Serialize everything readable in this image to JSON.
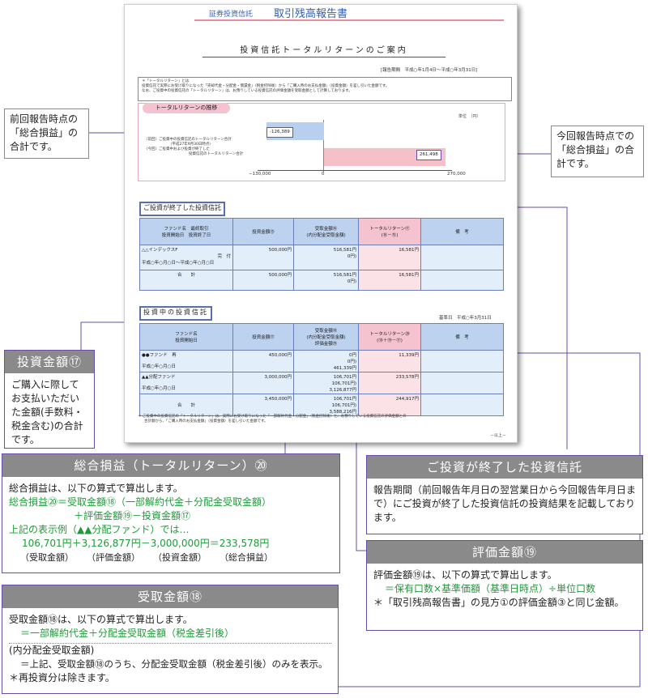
{
  "document": {
    "header_sub": "証券投資信託",
    "header_title": "取引残高報告書",
    "title": "投資信託トータルリターンのご案内",
    "period": "[報告期間　平成○年1月4日～平成○年3月31日]",
    "notice_line1": "＊「トータルリターン」とは",
    "notice_line2": "投資信託で実際にお受け取りになった「売却代金・分配金・償還金」（税金控除後）から「ご購入時のお支払金額」（投資金額）を差し引いた金額です。",
    "notice_line3": "なお、ご投資中の投資信託の「トータルリターン」は、お預りしている投資信託の評価金額を受取金額として計算しております。",
    "tr_section_label": "トータルリターンの推移",
    "unit_label": "単位　（円）",
    "bar_prev_value": "-126,389",
    "bar_curr_value": "261,498",
    "legend_prev": "〈前回〉ご投資中の投資信託のトータルリターン合計",
    "legend_prev_date": "（平成27年9月30日時点）",
    "legend_curr": "〈今回〉ご投資中および投資が終了した",
    "legend_curr2": "投資信託のトータルリターン合計",
    "axis_min": "−130,000",
    "axis_zero": "0",
    "axis_max": "270,000",
    "ended_section_label": "ご投資が終了した投資信託",
    "current_section_label": "投資中の投資信託",
    "base_date": "基準日　平成○年3月31日",
    "footnote1": "＊ ご投資中の投資信託の「トータルリターン」は、実際にお受け取りになった「一部解約代金＋分配金」（税金控除後）と、お預りしている投資信託の評価金額との",
    "footnote2": "合計額から、「ご購入時のお支払金額」（投資金額）を差し引いた金額です。",
    "end_mark": "－以上－"
  },
  "ended_table": {
    "headers": [
      "ファンド名　最終取引\n投資開始日　投資終了日",
      "投資金額⑮",
      "受取金額⑯\n(内分配金受取金額)",
      "トータルリターン⑰\n(⑯－⑮)",
      "備　考"
    ],
    "row1_fund": "△△インデックスF",
    "row1_status": "完　付",
    "row1_dates": "平成○年○月○日～平成○年○月○日",
    "row1_invest": "500,000円",
    "row1_receive": "516,581円",
    "row1_receive_div": "0円)",
    "row1_return": "16,581円",
    "total_label": "合　　計",
    "total_invest": "500,000円",
    "total_receive": "516,581円",
    "total_receive_div": "0円)",
    "total_return": "16,581円"
  },
  "current_table": {
    "headers": [
      "ファンド名\n投資開始日",
      "投資金額⑰",
      "受取金額⑱\n(内分配金受取金額)\n評価金額⑲",
      "トータルリターン⑳\n(⑱＋⑲－⑰)",
      "備　考"
    ],
    "row1_fund": "●●ファンド　再",
    "row1_date": "平成○年○月○日",
    "row1_invest": "450,000円",
    "row1_receive": "0円",
    "row1_receive_div": "0円)",
    "row1_eval": "461,339円",
    "row1_return": "11,339円",
    "row2_fund": "▲▲分配ファンド",
    "row2_date": "平成○年○月○日",
    "row2_invest": "3,000,000円",
    "row2_receive": "106,701円",
    "row2_receive_div": "106,701円)",
    "row2_eval": "3,126,877円",
    "row2_return": "233,578円",
    "total_label": "合　　計",
    "total_invest": "3,450,000円",
    "total_receive": "106,701円",
    "total_receive_div": "106,701円)",
    "total_eval": "3,588,216円",
    "total_return": "244,917円"
  },
  "callouts": {
    "prev": "前回報告時点の「総合損益」の合計です。",
    "curr": "今回報告時点での「総合損益」の合計です。"
  },
  "panel_invest": {
    "title": "投資金額⑰",
    "body": "ご購入に際してお支払いただいた金額(手数料・税金含む)の合計です。"
  },
  "panel_total": {
    "title": "総合損益（トータルリターン）⑳",
    "line1": "総合損益は、以下の算式で算出します。",
    "formula1": "総合損益⑳＝受取金額⑱（一部解約代金＋分配金受取金額）",
    "formula2": "＋評価金額⑲－投資金額⑰",
    "example_head": "上記の表示例（▲▲分配ファンド）では…",
    "example": "106,701円＋3,126,877円－3,000,000円＝233,578円",
    "ex_label1": "（受取金額）",
    "ex_label2": "（評価金額）",
    "ex_label3": "（投資金額）",
    "ex_label4": "（総合損益）"
  },
  "panel_receive": {
    "title": "受取金額⑱",
    "line1": "受取金額⑱は、以下の算式で算出します。",
    "formula": "＝一部解約代金＋分配金受取金額（税金差引後）",
    "sub_head": "(内分配金受取金額)",
    "sub_line": "＝上記、受取金額⑱のうち、分配金受取金額（税金差引後）のみを表示。",
    "note": "＊再投資分は除きます。"
  },
  "panel_ended": {
    "title": "ご投資が終了した投資信託",
    "body": "報告期間（前回報告年月日の翌営業日から今回報告年月日まで）にご投資が終了した投資信託の投資結果を記載しております。"
  },
  "panel_eval": {
    "title": "評価金額⑲",
    "line1": "評価金額⑲は、以下の算式で算出します。",
    "formula": "＝保有口数×基準価額（基準日時点）÷単位口数",
    "note": "＊「取引残高報告書」の見方①の評価金額③と同じ金額。"
  }
}
